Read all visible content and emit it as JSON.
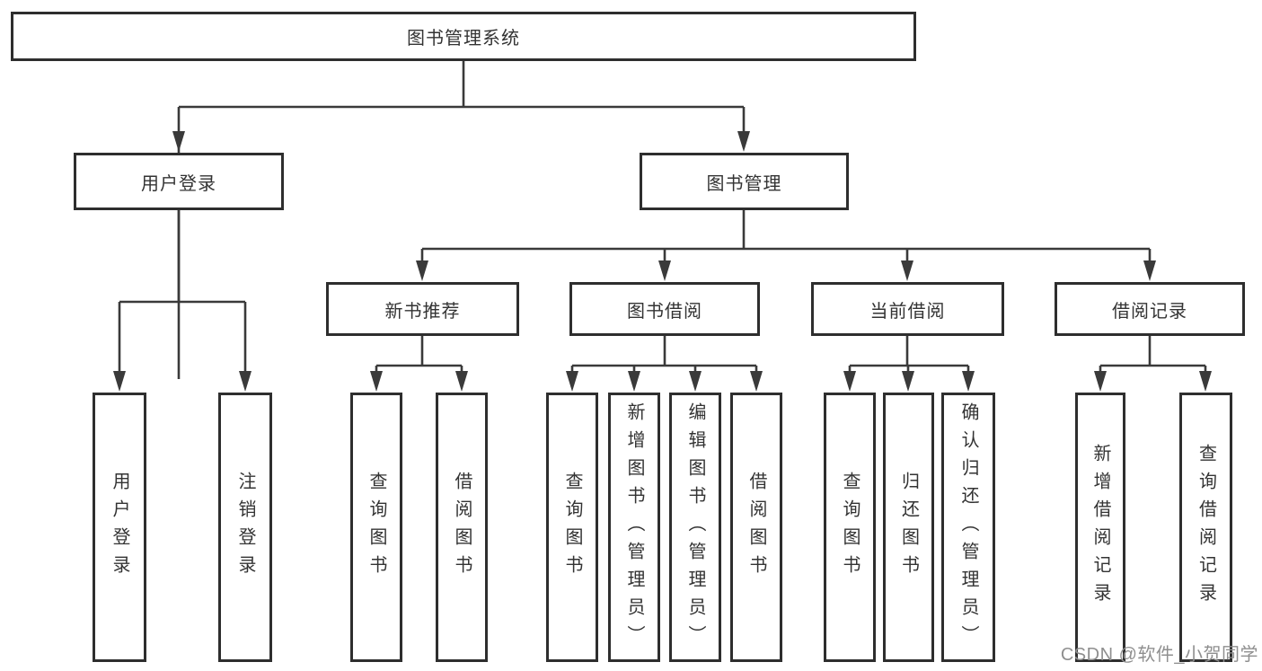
{
  "diagram_title": "图书管理系统",
  "tree": {
    "label": "图书管理系统",
    "children": [
      {
        "label": "用户登录",
        "children": [
          {
            "label": "用户登录"
          },
          {
            "label": "注销登录"
          }
        ]
      },
      {
        "label": "图书管理",
        "children": [
          {
            "label": "新书推荐",
            "children": [
              {
                "label": "查询图书"
              },
              {
                "label": "借阅图书"
              }
            ]
          },
          {
            "label": "图书借阅",
            "children": [
              {
                "label": "查询图书"
              },
              {
                "label": "新增图书（管理员）"
              },
              {
                "label": "编辑图书（管理员）"
              },
              {
                "label": "借阅图书"
              }
            ]
          },
          {
            "label": "当前借阅",
            "children": [
              {
                "label": "查询图书"
              },
              {
                "label": "归还图书"
              },
              {
                "label": "确认归还（管理员）"
              }
            ]
          },
          {
            "label": "借阅记录",
            "children": [
              {
                "label": "新增借阅记录"
              },
              {
                "label": "查询借阅记录"
              }
            ]
          }
        ]
      }
    ]
  },
  "watermark": {
    "text": "CSDN @软件_小贺同学"
  },
  "colors": {
    "line": "#3a3a3a",
    "box_border": "#2e2e2e",
    "text": "#333333",
    "background": "#ffffff",
    "watermark": "#8f8f8f"
  }
}
